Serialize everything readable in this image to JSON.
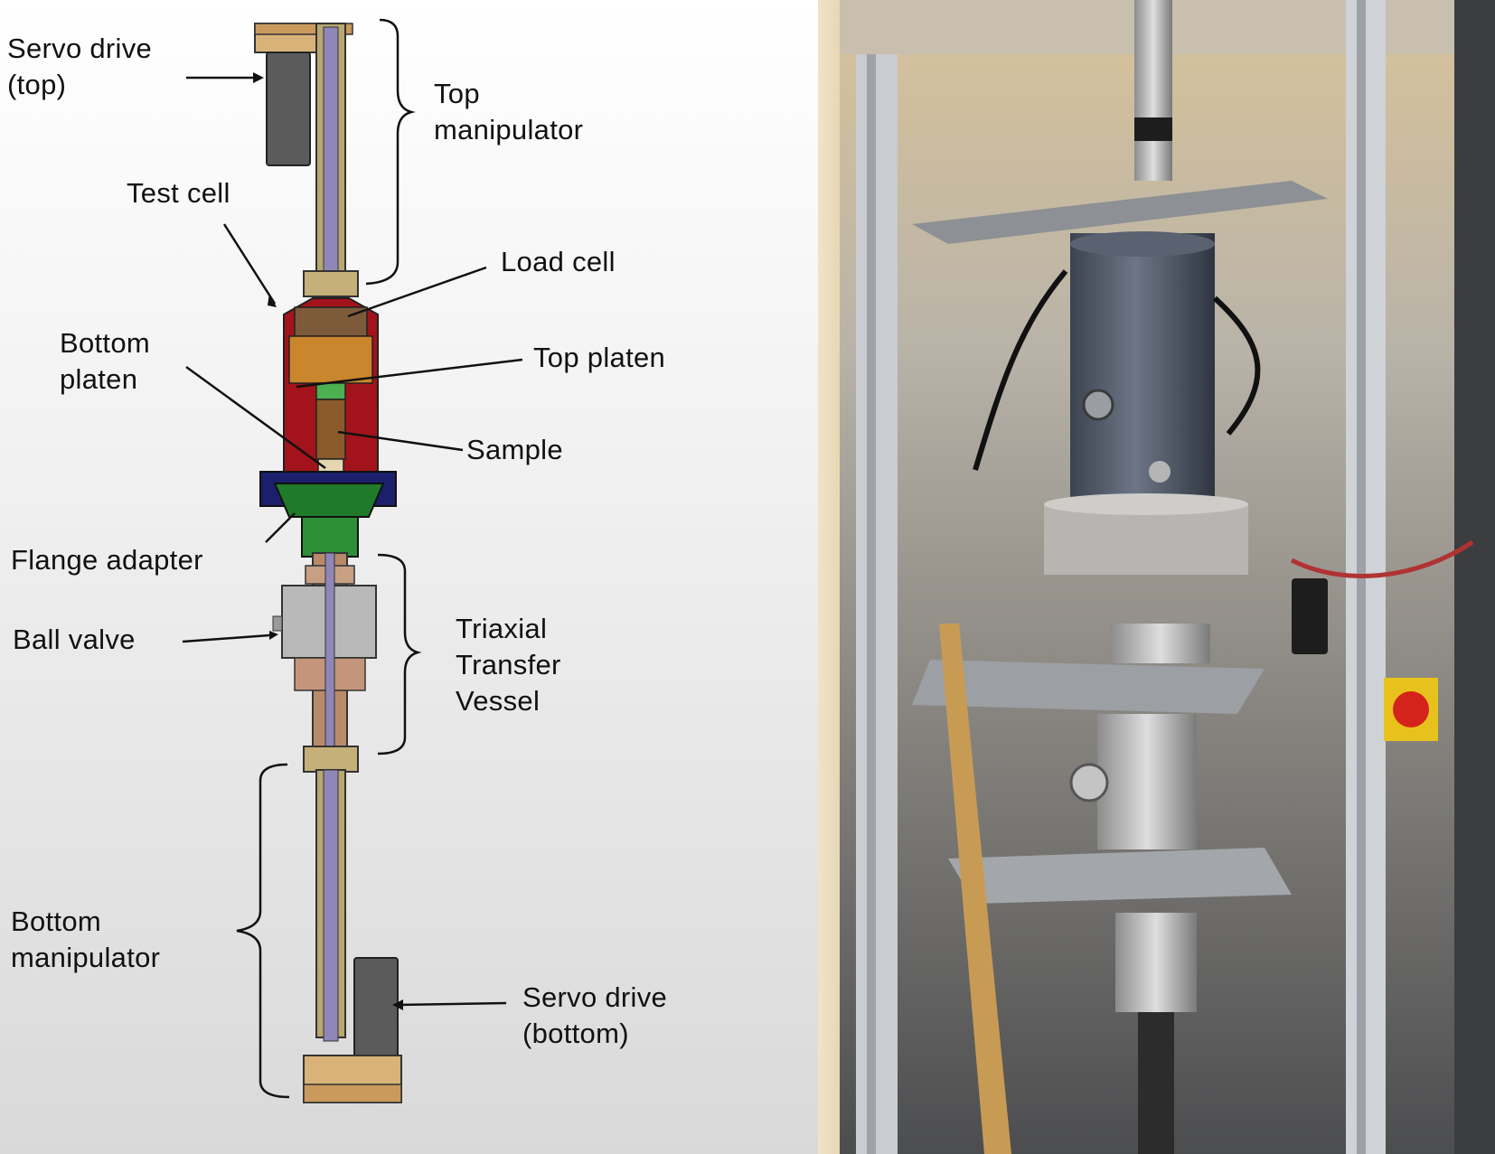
{
  "diagram": {
    "labels": {
      "servo_top": "Servo drive\n(top)",
      "top_manipulator": "Top\nmanipulator",
      "test_cell": "Test cell",
      "load_cell": "Load cell",
      "bottom_platen": "Bottom\nplaten",
      "top_platen": "Top platen",
      "sample": "Sample",
      "flange_adapter": "Flange adapter",
      "ball_valve": "Ball valve",
      "triaxial_transfer_vessel": "Triaxial\nTransfer\nVessel",
      "bottom_manipulator": "Bottom\nmanipulator",
      "servo_bottom": "Servo drive\n(bottom)"
    }
  },
  "colors": {
    "test_cell_red": "#a3131b",
    "load_cell_orange": "#c9862c",
    "flange_green": "#1f7a2a",
    "flange_navy": "#1c1f6b",
    "sample_brown": "#8a5a2b",
    "rod_purple": "#8f87b8",
    "vessel_copper": "#b98a6a",
    "valve_grey": "#b9b9b9",
    "manipulator_olive": "#a89b6a",
    "servo_dark": "#5a5a5a"
  }
}
